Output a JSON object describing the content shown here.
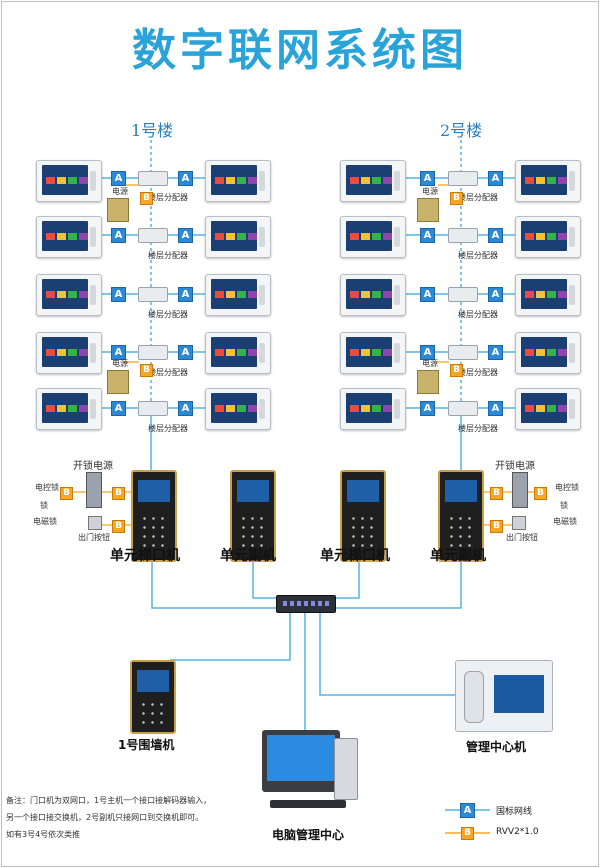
{
  "title": "数字联网系统图",
  "buildings": {
    "left": "1号楼",
    "right": "2号楼"
  },
  "floor_splitter_label": "楼层分配器",
  "psu_label": "电源",
  "lock_power_label": "开锁电源",
  "electric_lock_label": "电控锁",
  "lock_label": "锁",
  "magnetic_lock_label": "电磁锁",
  "exit_button_label": "出门按钮",
  "units": {
    "left_main": "单元梯口机",
    "left_sub": "单元副机",
    "right_main": "单元梯口机",
    "right_sub": "单元副机"
  },
  "wall_unit": "1号围墙机",
  "management_center": "管理中心机",
  "pc_center": "电脑管理中心",
  "notes": [
    "备注：门口机为双网口，1号主机一个接口接解码器输入，",
    "另一个接口接交换机，2号副机只接网口到交换机即可。",
    "如有3号4号依次类推"
  ],
  "legend": [
    {
      "symbol": "A",
      "text": "国标网线",
      "color": "#2b89d6"
    },
    {
      "symbol": "B",
      "text": "RVV2*1.0",
      "color": "#f5a623"
    }
  ],
  "colors": {
    "title": "#2aa3d8",
    "network_line": "#55b3e3",
    "power_line": "#f5a623"
  }
}
